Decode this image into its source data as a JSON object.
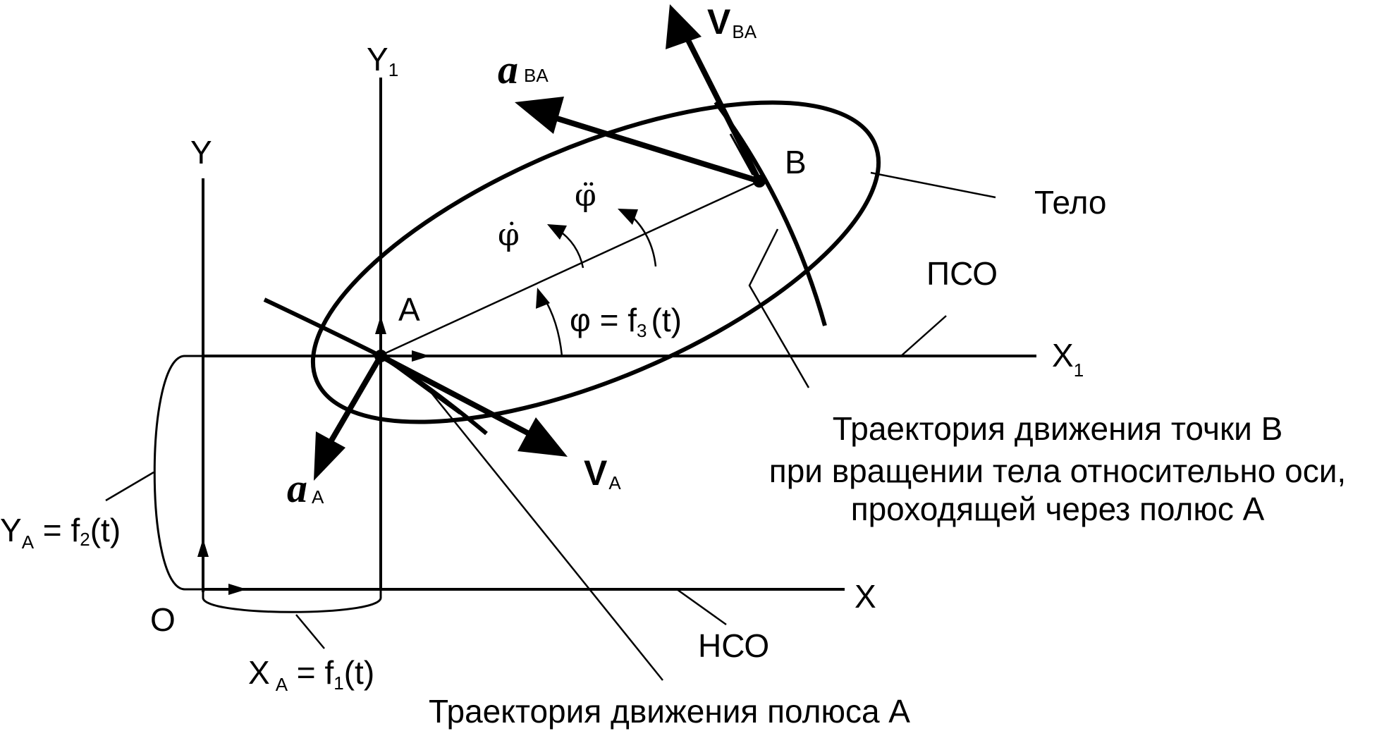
{
  "labels": {
    "axis_y1": "Y",
    "axis_y1_sub": "1",
    "axis_y": "Y",
    "axis_x1": "X",
    "axis_x1_sub": "1",
    "axis_x": "X",
    "origin": "O",
    "point_a": "A",
    "point_b": "B",
    "body": "Тело",
    "moving_frame": "ПСО",
    "fixed_frame": "НСО",
    "v_ba": "V",
    "v_ba_sub": "BA",
    "a_ba": "a",
    "a_ba_sub": "BA",
    "v_a": "V",
    "v_a_sub": "A",
    "a_a": "a",
    "a_a_sub": "A",
    "phi_dot": "φ̇",
    "phi_ddot": "φ̈",
    "phi_eq_lhs": "φ = f",
    "phi_eq_sub": "3",
    "phi_eq_rhs": "(t)",
    "ya_lhs": "Y",
    "ya_sub": "A",
    "ya_mid": " = f",
    "ya_sub2": "2",
    "ya_rhs": "(t)",
    "xa_lhs": "X",
    "xa_sub": "A",
    "xa_mid": " = f",
    "xa_sub2": "1",
    "xa_rhs": "(t)",
    "traj_b_line1": "Траектория движения точки В",
    "traj_b_line2": "при вращении тела относительно оси,",
    "traj_b_line3": "проходящей через полюс А",
    "traj_a": "Траектория движения полюса А"
  }
}
